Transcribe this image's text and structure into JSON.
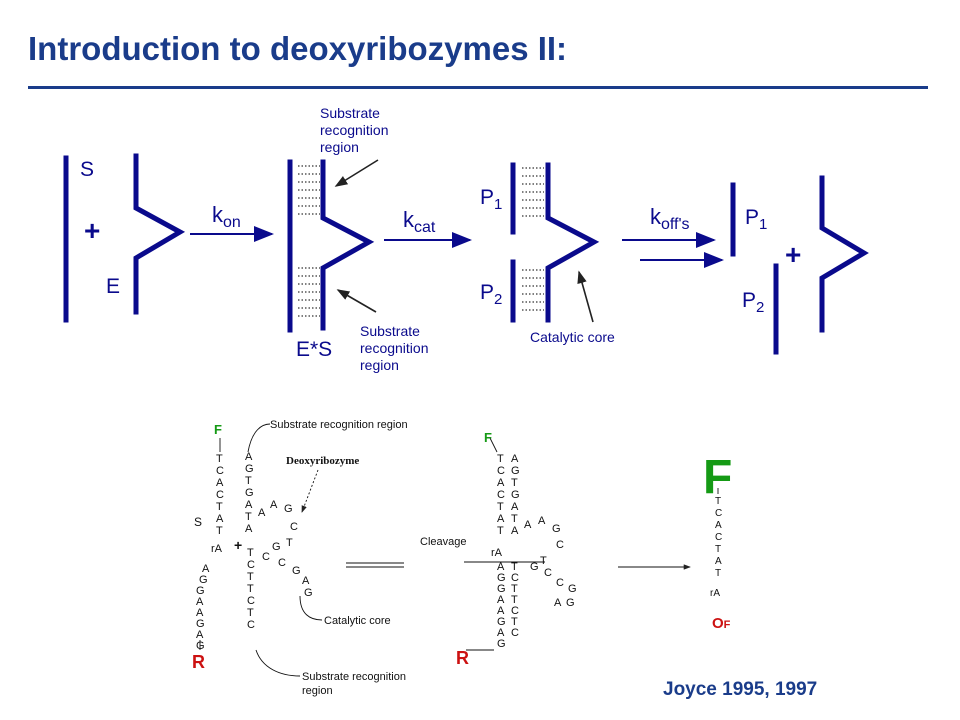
{
  "title": "Introduction to deoxyribozymes II:",
  "colors": {
    "accent": "#1a3c8a",
    "diagram": "#0a0a8c",
    "label_red": "#cc1111",
    "label_green": "#159a15"
  },
  "top_scheme": {
    "s": "S",
    "e": "E",
    "plus": "+",
    "k_on": {
      "base": "k",
      "sub": "on"
    },
    "k_cat": {
      "base": "k",
      "sub": "cat"
    },
    "k_off": {
      "base": "k",
      "sub": "off's"
    },
    "complex": "E*S",
    "p1_base": "P",
    "p1_sub": "1",
    "p2_base": "P",
    "p2_sub": "2",
    "callout_top": [
      "Substrate",
      "recognition",
      "region"
    ],
    "callout_bottom": [
      "Substrate",
      "recognition",
      "region"
    ],
    "catalytic_core": "Catalytic core"
  },
  "bottom_scheme": {
    "f": "F",
    "r": "R",
    "s": "S",
    "plus": "+",
    "ra": "rA",
    "substrate_strand": [
      "T",
      "C",
      "A",
      "C",
      "T",
      "A",
      "T",
      "A",
      "G",
      "G",
      "A",
      "A",
      "G",
      "A",
      "G"
    ],
    "enzyme_arm1": [
      "A",
      "G",
      "T",
      "G",
      "A",
      "T",
      "A"
    ],
    "loop": [
      "A",
      "A",
      "G",
      "C",
      "T",
      "G",
      "C",
      "C",
      "G",
      "A",
      "G"
    ],
    "enzyme_arm2": [
      "T",
      "C",
      "T",
      "T",
      "C",
      "T",
      "C"
    ],
    "label_substrate_region_top": "Substrate recognition region",
    "label_deoxyribozyme": "Deoxyribozyme",
    "label_catalytic_core": "Catalytic core",
    "label_substrate_region_bottom": [
      "Substrate recognition",
      "region"
    ],
    "label_cleavage": "Cleavage",
    "product_strand": [
      "T",
      "C",
      "A",
      "C",
      "T",
      "A",
      "T"
    ],
    "product_ra": "rA",
    "product_end_base": "O",
    "product_end_sub": "F"
  },
  "citation": "Joyce 1995, 1997"
}
